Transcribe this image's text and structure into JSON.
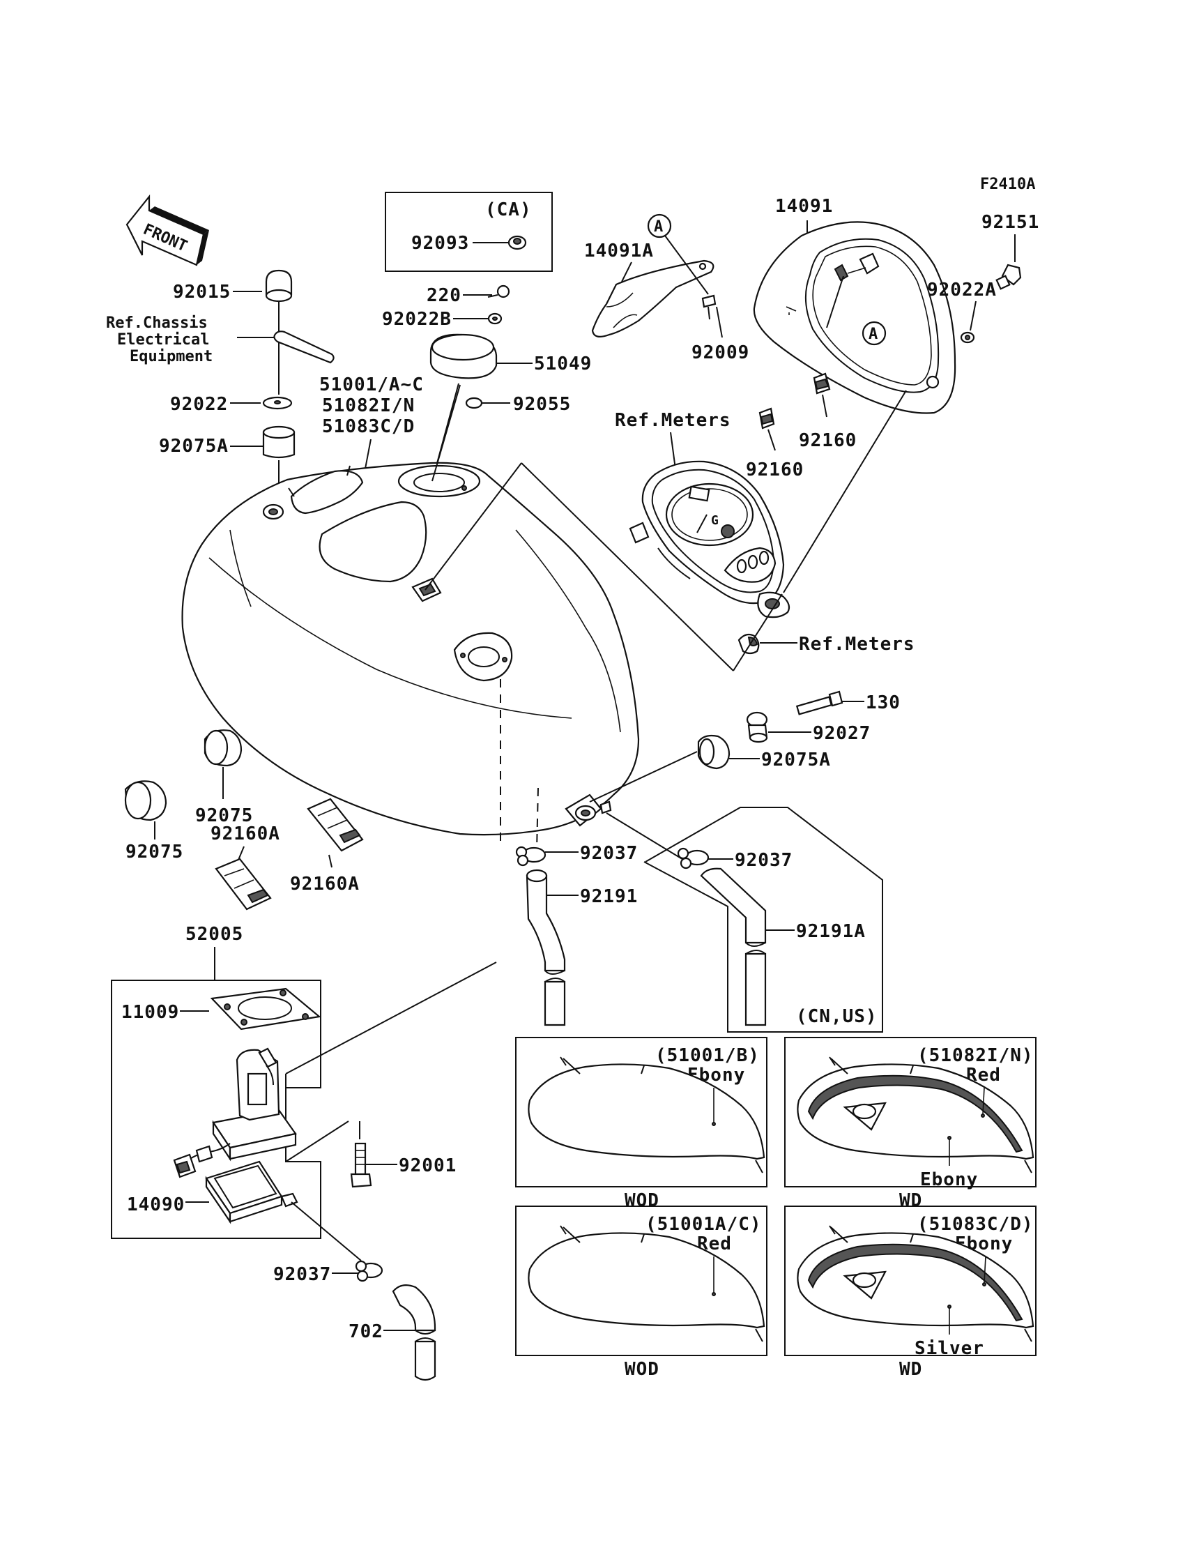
{
  "figure_code": "F2410A",
  "front_label": "FRONT",
  "callout_letter": "A",
  "parts": {
    "p92093": "92093",
    "ca_box": "(CA)",
    "p220": "220",
    "p92022B": "92022B",
    "p51049": "51049",
    "p92055": "92055",
    "p14091A": "14091A",
    "p92009": "92009",
    "p14091": "14091",
    "p92151": "92151",
    "p92022A": "92022A",
    "p92160_a": "92160",
    "p92160_b": "92160",
    "p92015": "92015",
    "ref_chassis_1": "Ref.Chassis",
    "ref_chassis_2": "Electrical",
    "ref_chassis_3": "Equipment",
    "p92022": "92022",
    "p92075A_top": "92075A",
    "tank_1": "51001/A~C",
    "tank_2": "51082I/N",
    "tank_3": "51083C/D",
    "ref_meters_1": "Ref.Meters",
    "ref_meters_2": "Ref.Meters",
    "p130": "130",
    "p92027": "92027",
    "p92075A_right": "92075A",
    "p92075_a": "92075",
    "p92075_b": "92075",
    "p92160A_a": "92160A",
    "p92160A_b": "92160A",
    "p92037_a": "92037",
    "p92037_b": "92037",
    "p92037_c": "92037",
    "p92191": "92191",
    "p92191A": "92191A",
    "cn_us": "(CN,US)",
    "p52005": "52005",
    "p11009": "11009",
    "p92001": "92001",
    "p14090": "14090",
    "p702": "702"
  },
  "variants": [
    {
      "code": "(51001/B)",
      "color": "Ebony",
      "color2": "",
      "model": "WOD"
    },
    {
      "code": "(51082I/N)",
      "color": "Red",
      "color2": "Ebony",
      "model": "WD"
    },
    {
      "code": "(51001A/C)",
      "color": "Red",
      "color2": "",
      "model": "WOD"
    },
    {
      "code": "(51083C/D)",
      "color": "Ebony",
      "color2": "Silver",
      "model": "WD"
    }
  ]
}
